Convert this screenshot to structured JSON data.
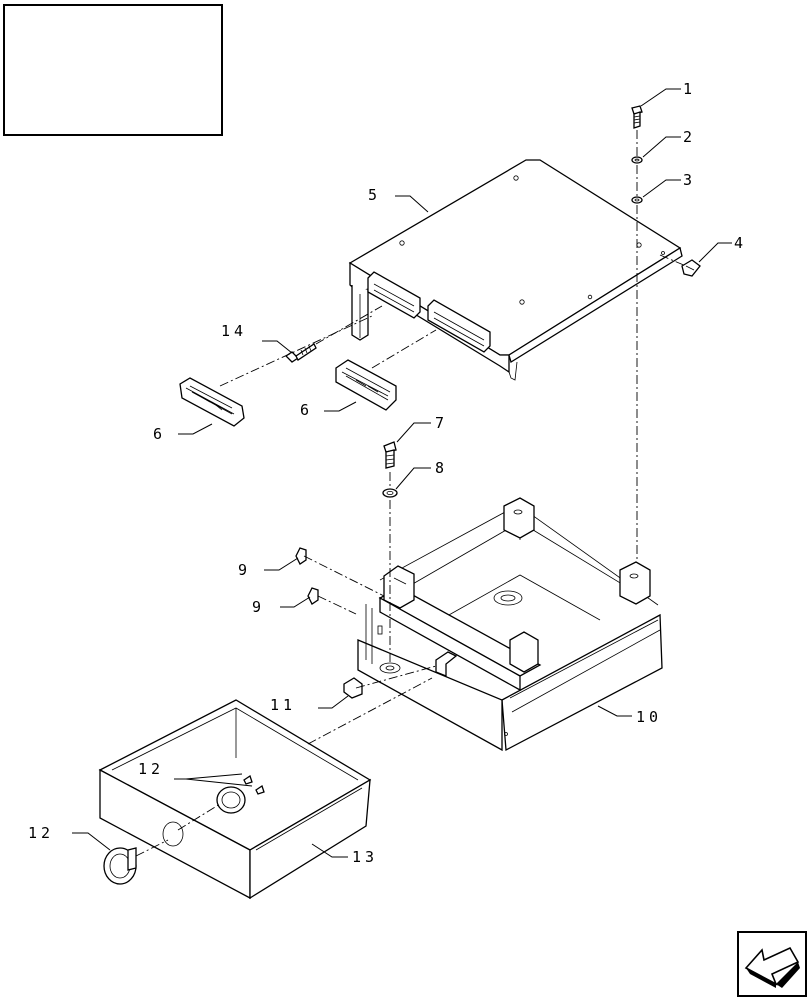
{
  "callouts": {
    "c1": "1",
    "c2": "2",
    "c3": "3",
    "c4": "4",
    "c5": "5",
    "c6a": "6",
    "c6b": "6",
    "c7": "7",
    "c8": "8",
    "c9a": "9",
    "c9b": "9",
    "c10": "10",
    "c11": "11",
    "c12a": "12",
    "c12b": "12",
    "c13": "13",
    "c14": "14"
  }
}
